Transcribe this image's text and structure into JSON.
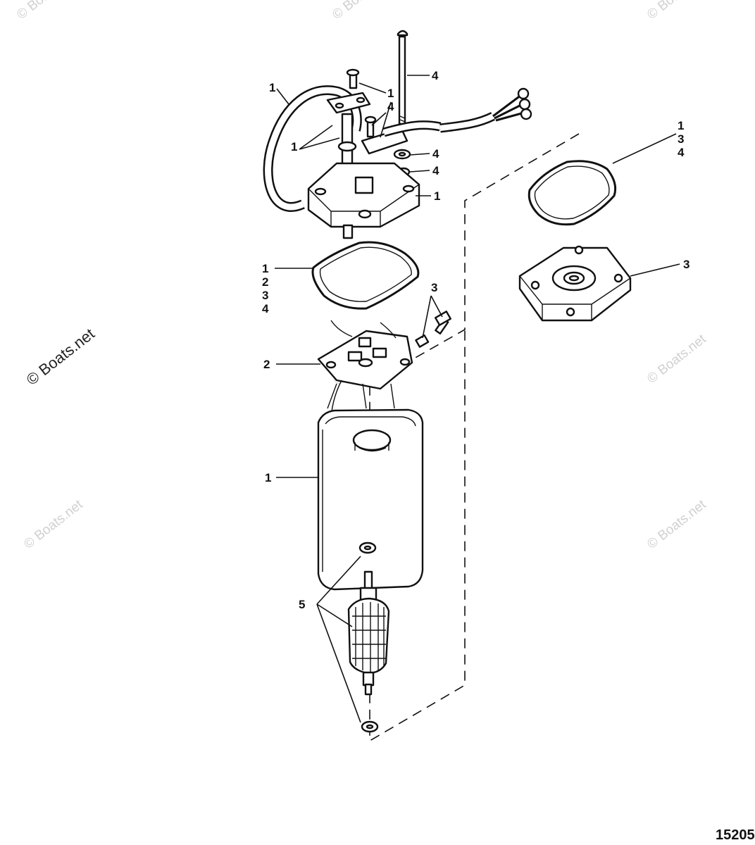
{
  "watermark": {
    "text": "© Boats.net"
  },
  "figure_number": "15205",
  "callouts": {
    "hose_label": "1",
    "screws_label": "1\n4",
    "bracket_label": "1",
    "long_bolt_label": "4",
    "washer_a_label": "4",
    "washer_b_label": "4",
    "cap_label": "1",
    "top_gasket_label": "1\n3\n4",
    "end_frame_label": "3",
    "mid_gasket_label": "1\n2\n3\n4",
    "brushes_label": "3",
    "brush_plate_label": "2",
    "housing_label": "1",
    "armature_label": "5"
  }
}
